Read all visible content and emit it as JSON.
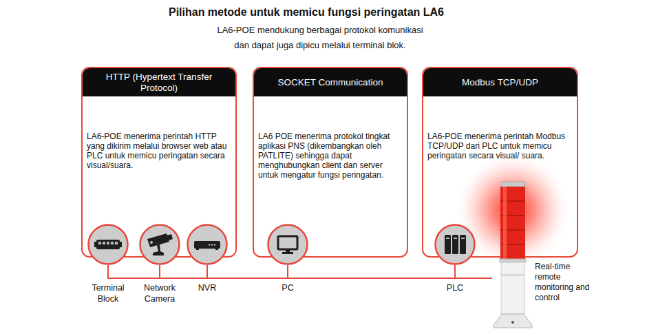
{
  "diagram": {
    "title": "Pilihan metode untuk memicu fungsi peringatan LA6",
    "nodes": [
      {
        "text": [
          "HTTP (Hypertext Transfer Protocol)",
          "LA6-POE menerima perintah HTTP yang dikirim melalui browser web atau PLC untuk memicu peringatan secara visual/suara."
        ]
      },
      {
        "text": [
          "SOCKET Communication",
          "LA6 POE menerima protokol tingkat aplikasi PNS (dikembangkan oleh PATLITE) sehingga dapat menghubungkan client dan server untuk mengatur fungsi peringatan."
        ]
      },
      {
        "text": [
          "Modbus TCP/UDP",
          "LA6-POE menerima perintah Modbus TCP/UDP dari PLC untuk memicu peringatan secara visual/ suara."
        ]
      },
      {
        "text": [
          "Terminal Block"
        ]
      },
      {
        "text": [
          "Network Camera"
        ]
      },
      {
        "text": [
          "NVR"
        ]
      },
      {
        "text": [
          "PC"
        ]
      },
      {
        "text": [
          "PLC"
        ]
      },
      {
        "text": [
          "Real-time remote monitoring and control"
        ]
      }
    ],
    "edges": [
      {
        "from": 3,
        "to": 8,
        "arrow": "none"
      },
      {
        "from": 4,
        "to": 8,
        "arrow": "none"
      },
      {
        "from": 5,
        "to": 8,
        "arrow": "none"
      },
      {
        "from": 6,
        "to": 8,
        "arrow": "none"
      },
      {
        "from": 7,
        "to": 8,
        "arrow": "none"
      }
    ],
    "labels": [
      "LA6-POE mendukung berbagai protokol komunikasi dan dapat juga dipicu melalui terminal blok."
    ]
  }
}
